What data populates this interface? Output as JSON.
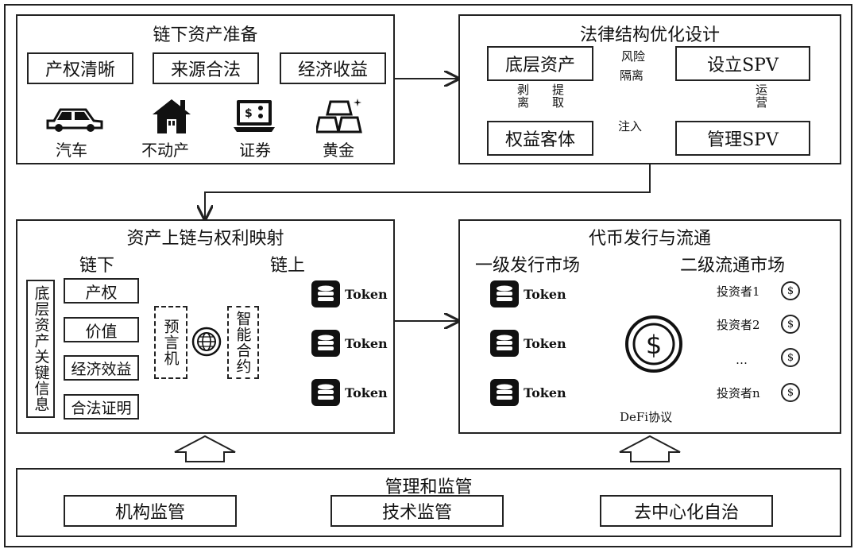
{
  "panels": {
    "offchain_prep": {
      "title": "链下资产准备",
      "tags": [
        "产权清晰",
        "来源合法",
        "经济收益"
      ],
      "assets": [
        {
          "icon": "car-icon",
          "label": "汽车"
        },
        {
          "icon": "house-icon",
          "label": "不动产"
        },
        {
          "icon": "securities-icon",
          "label": "证券"
        },
        {
          "icon": "gold-icon",
          "label": "黄金"
        }
      ]
    },
    "legal": {
      "title": "法律结构优化设计",
      "underlying": "底层资产",
      "setup_spv": "设立SPV",
      "risk_isolation": "风险隔离",
      "strip": "剥离",
      "extract": "提取",
      "operate": "运营",
      "equity_object": "权益客体",
      "inject": "注入",
      "manage_spv": "管理SPV"
    },
    "onchain": {
      "title": "资产上链与权利映射",
      "offchain_label": "链下",
      "onchain_label": "链上",
      "key_info": "底层资产关键信息",
      "items": [
        "产权",
        "价值",
        "经济效益",
        "合法证明"
      ],
      "oracle": "预言机",
      "contract": "智能合约",
      "tokens": [
        "Token",
        "Token",
        "Token"
      ]
    },
    "issuance": {
      "title": "代币发行与流通",
      "primary": "一级发行市场",
      "secondary": "二级流通市场",
      "tokens": [
        "Token",
        "Token",
        "Token"
      ],
      "protocol": "DeFi协议",
      "investors": [
        "投资者1",
        "投资者2",
        "投资者n"
      ],
      "ellipsis": "…"
    },
    "regulation": {
      "title": "管理和监管",
      "items": [
        "机构监管",
        "技术监管",
        "去中心化自治"
      ]
    }
  }
}
